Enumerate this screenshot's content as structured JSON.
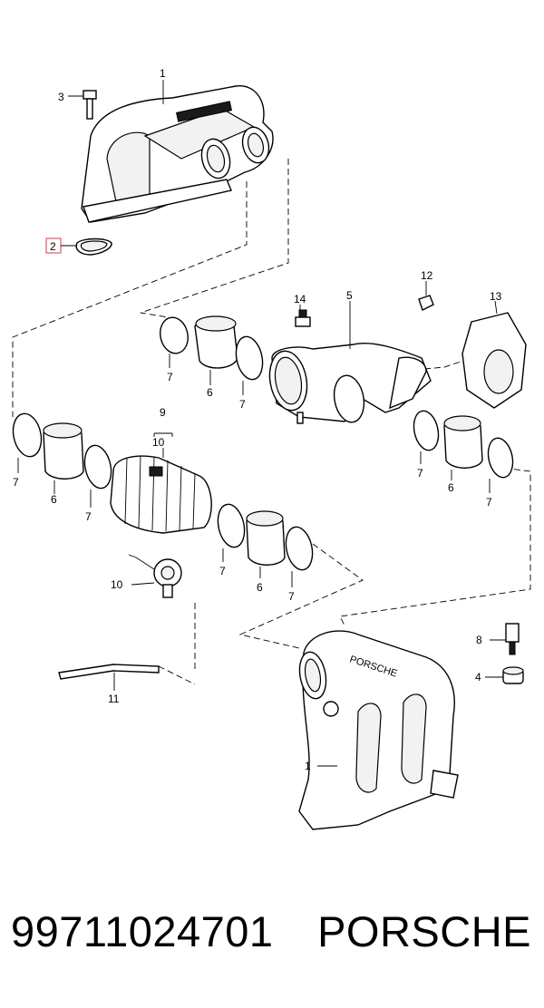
{
  "callouts": {
    "c1_top": "1",
    "c2": "2",
    "c3": "3",
    "c4": "4",
    "c5": "5",
    "c6_a": "6",
    "c6_b": "6",
    "c6_c": "6",
    "c6_d": "6",
    "c7_a": "7",
    "c7_b": "7",
    "c7_c": "7",
    "c7_d": "7",
    "c7_e": "7",
    "c7_f": "7",
    "c7_g": "7",
    "c7_h": "7",
    "c8": "8",
    "c9": "9",
    "c10_a": "10",
    "c10_b": "10",
    "c11": "11",
    "c12": "12",
    "c13": "13",
    "c14": "14",
    "c1_bottom": "1"
  },
  "manifold_logo": "PORSCHE",
  "footer": {
    "part_number": "99711024701",
    "brand": "PORSCHE"
  },
  "colors": {
    "highlight": "#e05a6a",
    "line": "#000000",
    "background": "#ffffff"
  }
}
